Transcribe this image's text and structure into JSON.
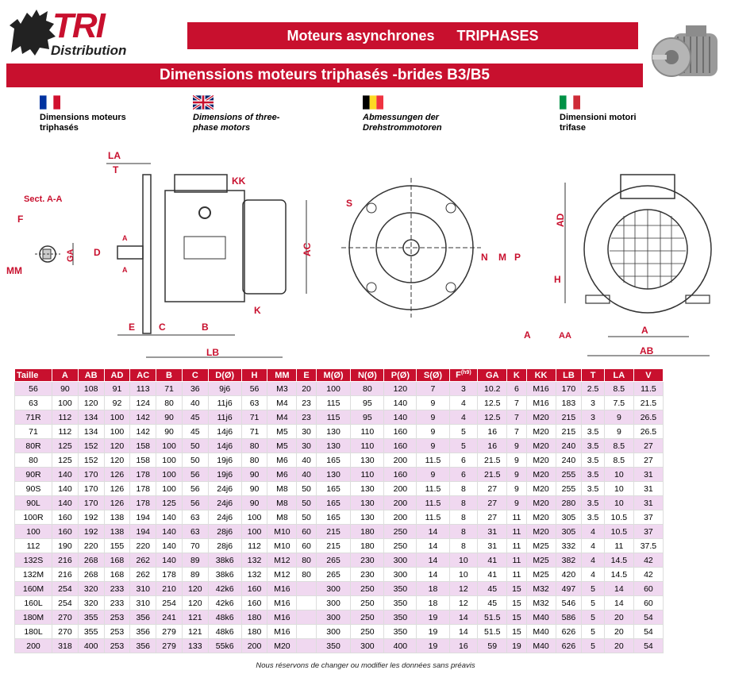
{
  "logo": {
    "brand": "TRI",
    "sub": "Distribution"
  },
  "banner": {
    "part1": "Moteurs asynchrones",
    "part2": "TRIPHASES"
  },
  "subtitle": "Dimenssions moteurs triphasés -brides B3/B5",
  "languages": [
    {
      "line1": "Dimensions moteurs",
      "line2": "triphasés"
    },
    {
      "line1": "Dimensions of three-",
      "line2": "phase motors"
    },
    {
      "line1": "Abmessungen der",
      "line2": "Drehstrommotoren"
    },
    {
      "line1": "Dimensioni motori",
      "line2": "trifase"
    }
  ],
  "drawing_labels": {
    "la": "LA",
    "t": "T",
    "kk": "KK",
    "sect": "Sect. A-A",
    "f": "F",
    "ga": "GA",
    "mm": "MM",
    "d": "D",
    "a_small": "A",
    "ac": "AC",
    "e": "E",
    "c": "C",
    "b": "B",
    "k": "K",
    "lb": "LB",
    "s": "S",
    "n": "N",
    "m": "M",
    "p": "P",
    "a": "A",
    "aa": "AA",
    "ad": "AD",
    "h": "H",
    "a2": "A",
    "ab": "AB"
  },
  "table": {
    "headers": [
      "Taille",
      "A",
      "AB",
      "AD",
      "AC",
      "B",
      "C",
      "D(Ø)",
      "H",
      "MM",
      "E",
      "M(Ø)",
      "N(Ø)",
      "P(Ø)",
      "S(Ø)",
      "F",
      "GA",
      "K",
      "KK",
      "LB",
      "T",
      "LA",
      "V"
    ],
    "f_sup": "(h9)",
    "rows": [
      [
        "56",
        "90",
        "108",
        "91",
        "113",
        "71",
        "36",
        "9j6",
        "56",
        "M3",
        "20",
        "100",
        "80",
        "120",
        "7",
        "3",
        "10.2",
        "6",
        "M16",
        "170",
        "2.5",
        "8.5",
        "11.5"
      ],
      [
        "63",
        "100",
        "120",
        "92",
        "124",
        "80",
        "40",
        "11j6",
        "63",
        "M4",
        "23",
        "115",
        "95",
        "140",
        "9",
        "4",
        "12.5",
        "7",
        "M16",
        "183",
        "3",
        "7.5",
        "21.5"
      ],
      [
        "71R",
        "112",
        "134",
        "100",
        "142",
        "90",
        "45",
        "11j6",
        "71",
        "M4",
        "23",
        "115",
        "95",
        "140",
        "9",
        "4",
        "12.5",
        "7",
        "M20",
        "215",
        "3",
        "9",
        "26.5"
      ],
      [
        "71",
        "112",
        "134",
        "100",
        "142",
        "90",
        "45",
        "14j6",
        "71",
        "M5",
        "30",
        "130",
        "110",
        "160",
        "9",
        "5",
        "16",
        "7",
        "M20",
        "215",
        "3.5",
        "9",
        "26.5"
      ],
      [
        "80R",
        "125",
        "152",
        "120",
        "158",
        "100",
        "50",
        "14j6",
        "80",
        "M5",
        "30",
        "130",
        "110",
        "160",
        "9",
        "5",
        "16",
        "9",
        "M20",
        "240",
        "3.5",
        "8.5",
        "27"
      ],
      [
        "80",
        "125",
        "152",
        "120",
        "158",
        "100",
        "50",
        "19j6",
        "80",
        "M6",
        "40",
        "165",
        "130",
        "200",
        "11.5",
        "6",
        "21.5",
        "9",
        "M20",
        "240",
        "3.5",
        "8.5",
        "27"
      ],
      [
        "90R",
        "140",
        "170",
        "126",
        "178",
        "100",
        "56",
        "19j6",
        "90",
        "M6",
        "40",
        "130",
        "110",
        "160",
        "9",
        "6",
        "21.5",
        "9",
        "M20",
        "255",
        "3.5",
        "10",
        "31"
      ],
      [
        "90S",
        "140",
        "170",
        "126",
        "178",
        "100",
        "56",
        "24j6",
        "90",
        "M8",
        "50",
        "165",
        "130",
        "200",
        "11.5",
        "8",
        "27",
        "9",
        "M20",
        "255",
        "3.5",
        "10",
        "31"
      ],
      [
        "90L",
        "140",
        "170",
        "126",
        "178",
        "125",
        "56",
        "24j6",
        "90",
        "M8",
        "50",
        "165",
        "130",
        "200",
        "11.5",
        "8",
        "27",
        "9",
        "M20",
        "280",
        "3.5",
        "10",
        "31"
      ],
      [
        "100R",
        "160",
        "192",
        "138",
        "194",
        "140",
        "63",
        "24j6",
        "100",
        "M8",
        "50",
        "165",
        "130",
        "200",
        "11.5",
        "8",
        "27",
        "11",
        "M20",
        "305",
        "3.5",
        "10.5",
        "37"
      ],
      [
        "100",
        "160",
        "192",
        "138",
        "194",
        "140",
        "63",
        "28j6",
        "100",
        "M10",
        "60",
        "215",
        "180",
        "250",
        "14",
        "8",
        "31",
        "11",
        "M20",
        "305",
        "4",
        "10.5",
        "37"
      ],
      [
        "112",
        "190",
        "220",
        "155",
        "220",
        "140",
        "70",
        "28j6",
        "112",
        "M10",
        "60",
        "215",
        "180",
        "250",
        "14",
        "8",
        "31",
        "11",
        "M25",
        "332",
        "4",
        "11",
        "37.5"
      ],
      [
        "132S",
        "216",
        "268",
        "168",
        "262",
        "140",
        "89",
        "38k6",
        "132",
        "M12",
        "80",
        "265",
        "230",
        "300",
        "14",
        "10",
        "41",
        "11",
        "M25",
        "382",
        "4",
        "14.5",
        "42"
      ],
      [
        "132M",
        "216",
        "268",
        "168",
        "262",
        "178",
        "89",
        "38k6",
        "132",
        "M12",
        "80",
        "265",
        "230",
        "300",
        "14",
        "10",
        "41",
        "11",
        "M25",
        "420",
        "4",
        "14.5",
        "42"
      ],
      [
        "160M",
        "254",
        "320",
        "233",
        "310",
        "210",
        "120",
        "42k6",
        "160",
        "M16",
        "",
        "300",
        "250",
        "350",
        "18",
        "12",
        "45",
        "15",
        "M32",
        "497",
        "5",
        "14",
        "60"
      ],
      [
        "160L",
        "254",
        "320",
        "233",
        "310",
        "254",
        "120",
        "42k6",
        "160",
        "M16",
        "",
        "300",
        "250",
        "350",
        "18",
        "12",
        "45",
        "15",
        "M32",
        "546",
        "5",
        "14",
        "60"
      ],
      [
        "180M",
        "270",
        "355",
        "253",
        "356",
        "241",
        "121",
        "48k6",
        "180",
        "M16",
        "",
        "300",
        "250",
        "350",
        "19",
        "14",
        "51.5",
        "15",
        "M40",
        "586",
        "5",
        "20",
        "54"
      ],
      [
        "180L",
        "270",
        "355",
        "253",
        "356",
        "279",
        "121",
        "48k6",
        "180",
        "M16",
        "",
        "300",
        "250",
        "350",
        "19",
        "14",
        "51.5",
        "15",
        "M40",
        "626",
        "5",
        "20",
        "54"
      ],
      [
        "200",
        "318",
        "400",
        "253",
        "356",
        "279",
        "133",
        "55k6",
        "200",
        "M20",
        "",
        "350",
        "300",
        "400",
        "19",
        "16",
        "59",
        "19",
        "M40",
        "626",
        "5",
        "20",
        "54"
      ]
    ]
  },
  "footnote": "Nous réservons de changer ou modifier les données sans préavis",
  "colors": {
    "accent": "#c8102e",
    "row_alt": "#f0d8f0"
  }
}
